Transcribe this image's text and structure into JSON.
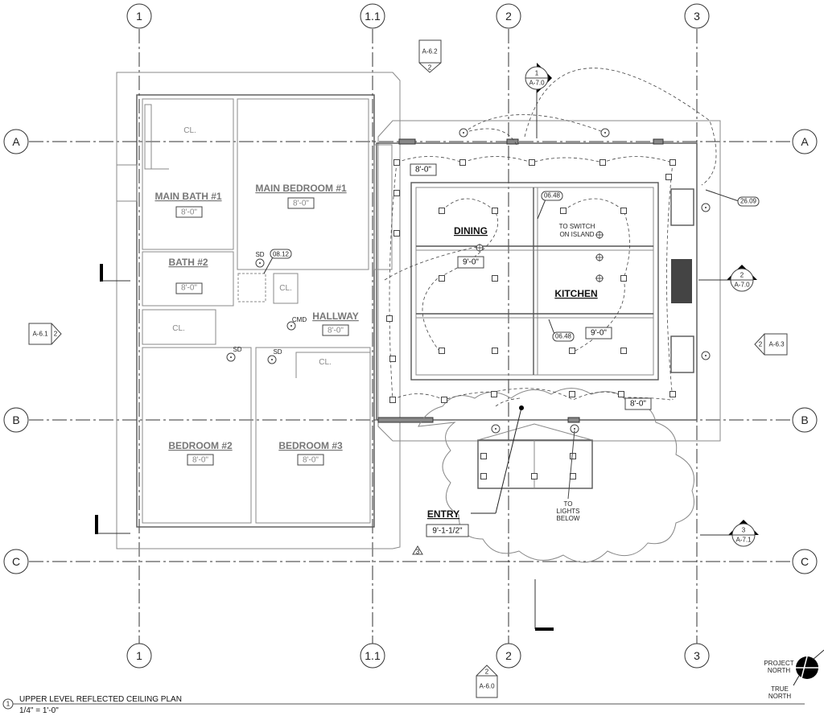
{
  "grid": {
    "columns": [
      "1",
      "1.1",
      "2",
      "3"
    ],
    "rows": [
      "A",
      "B",
      "C"
    ]
  },
  "rooms": {
    "main_bath_1": {
      "name": "MAIN BATH #1",
      "height": "8'-0\""
    },
    "main_bedroom_1": {
      "name": "MAIN BEDROOM #1",
      "height": "8'-0\""
    },
    "bath_2": {
      "name": "BATH #2",
      "height": "8'-0\""
    },
    "hallway": {
      "name": "HALLWAY",
      "height": "8'-0\""
    },
    "bedroom_2": {
      "name": "BEDROOM #2",
      "height": "8'-0\""
    },
    "bedroom_3": {
      "name": "BEDROOM #3",
      "height": "8'-0\""
    },
    "dining": {
      "name": "DINING",
      "height": "9'-0\""
    },
    "kitchen": {
      "name": "KITCHEN",
      "height": "9'-0\""
    },
    "entry": {
      "name": "ENTRY",
      "height": "9'-1-1/2\""
    },
    "closet_label": "CL."
  },
  "ceiling_heights": {
    "upper_left": "8'-0\"",
    "lower_right": "8'-0\""
  },
  "notes": {
    "switch_line1": "TO SWITCH",
    "switch_line2": "ON ISLAND",
    "lights_line1": "TO",
    "lights_line2": "LIGHTS",
    "lights_line3": "BELOW",
    "sd": "SD",
    "cmd": "CMD"
  },
  "tags": {
    "t1": "08.12",
    "t2": "06.48",
    "t3": "06.48",
    "t4": "26.09",
    "rev": "3"
  },
  "sections": {
    "top_elev": {
      "sheet": "A-6.2",
      "num": "2"
    },
    "sec_top": {
      "num": "1",
      "sheet": "A-7.0"
    },
    "sec_right": {
      "num": "2",
      "sheet": "A-7.0"
    },
    "sec_lower": {
      "num": "3",
      "sheet": "A-7.1"
    },
    "left_elev": {
      "sheet": "A-6.1",
      "num": "2"
    },
    "right_elev": {
      "sheet": "A-6.3",
      "num": "2"
    },
    "bottom_elev": {
      "sheet": "A-6.0",
      "num": "2"
    }
  },
  "title_block": {
    "number": "1",
    "title": "UPPER LEVEL REFLECTED CEILING PLAN",
    "scale": "1/4\" = 1'-0\""
  },
  "north": {
    "project": [
      "PROJECT",
      "NORTH"
    ],
    "true": [
      "TRUE",
      "NORTH"
    ]
  }
}
